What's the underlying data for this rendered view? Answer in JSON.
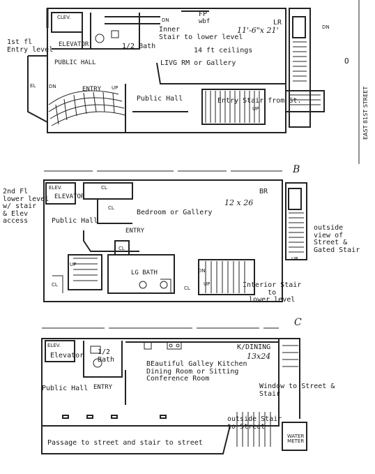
{
  "floor1": {
    "side_label": "1st fl\nEntry level",
    "elev_box": "CLEV.",
    "elevator": "ELEVATOR",
    "dn_top": "DN",
    "fp": "FP",
    "wbf": "wbf",
    "dims": "11'-6\"x 21'",
    "lr": "LR",
    "dn_right": "DN",
    "inner_stair": "Inner\nStair to lower level",
    "half_bath": "1/2 Bath",
    "ceilings": "14 ft ceilings",
    "public_hall": "PUBLIC HALL",
    "living": "LIVG RM or Gallery",
    "el": "EL",
    "dn_left": "DN",
    "entry": "ENTRY",
    "up": "UP",
    "public_hall_2": "Public Hall",
    "entry_stair": "Entry Stair from St.",
    "up_stair": "UP",
    "circle_mark": "O"
  },
  "street_label": "EAST 81ST STREET",
  "floor2": {
    "marker": "B",
    "side_label": "2nd Fl\nlower level\nw/ stair\n& Elev\naccess",
    "elev_box": "ELEV.",
    "elevator": "ELEVATOR",
    "cl1": "CL",
    "cl2": "CL",
    "br": "BR",
    "dims": "12 x 26",
    "bedroom": "Bedroom or Gallery",
    "public_hall": "Public Hall",
    "entry": "ENTRY",
    "cl3": "CL",
    "up": "UP",
    "lg_bath": "LG BATH",
    "cl4": "CL",
    "cl5": "CL",
    "dn": "DN",
    "up2": "UP",
    "up3": "UP",
    "outside_view": "outside\nview of\nStreet &\nGated Stair",
    "interior_stair": "Interior Stair\nto\nlower level"
  },
  "floor3": {
    "marker": "C",
    "elev_box": "ELEV.",
    "elevator": "Elevator",
    "half_bath": "1/2\nBath",
    "kdining": "K/DINING",
    "dims": "13x24",
    "kitchen": "BEautiful Galley Kitchen\nDining Room or Sitting\nConference Room",
    "public_hall": "Public Hall",
    "entry": "ENTRY",
    "window": "Window to Street &\nStair",
    "outside_stair": "outside Stair\nto Street",
    "water_meter": "WATER\nMETER",
    "passage": "Passage to street and stair to street"
  }
}
